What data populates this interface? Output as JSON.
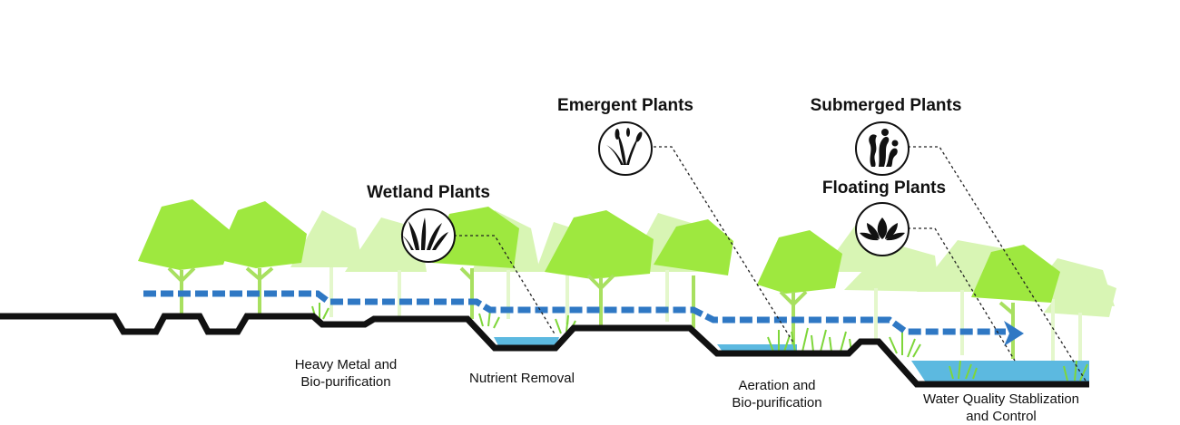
{
  "plant_types": {
    "wetland": {
      "label": "Wetland Plants",
      "icon": "grass-clump-icon"
    },
    "emergent": {
      "label": "Emergent Plants",
      "icon": "reed-plant-icon"
    },
    "submerged": {
      "label": "Submerged Plants",
      "icon": "seaweed-plant-icon"
    },
    "floating": {
      "label": "Floating Plants",
      "icon": "lotus-flower-icon"
    }
  },
  "zones": {
    "heavy_metal": {
      "line1": "Heavy Metal and",
      "line2": "Bio-purification"
    },
    "nutrient": {
      "line1": "Nutrient Removal"
    },
    "aeration": {
      "line1": "Aeration and",
      "line2": "Bio-purification"
    },
    "water_quality": {
      "line1": "Water Quality Stablization",
      "line2": "and Control"
    }
  },
  "colors": {
    "tree_bright": "#9ee83f",
    "tree_pale": "#d8f5b4",
    "trunk": "#a8e060",
    "water": "#5cb9e0",
    "flow_arrow": "#2f78c4",
    "ground": "#111111",
    "grass": "#7ed63a"
  }
}
